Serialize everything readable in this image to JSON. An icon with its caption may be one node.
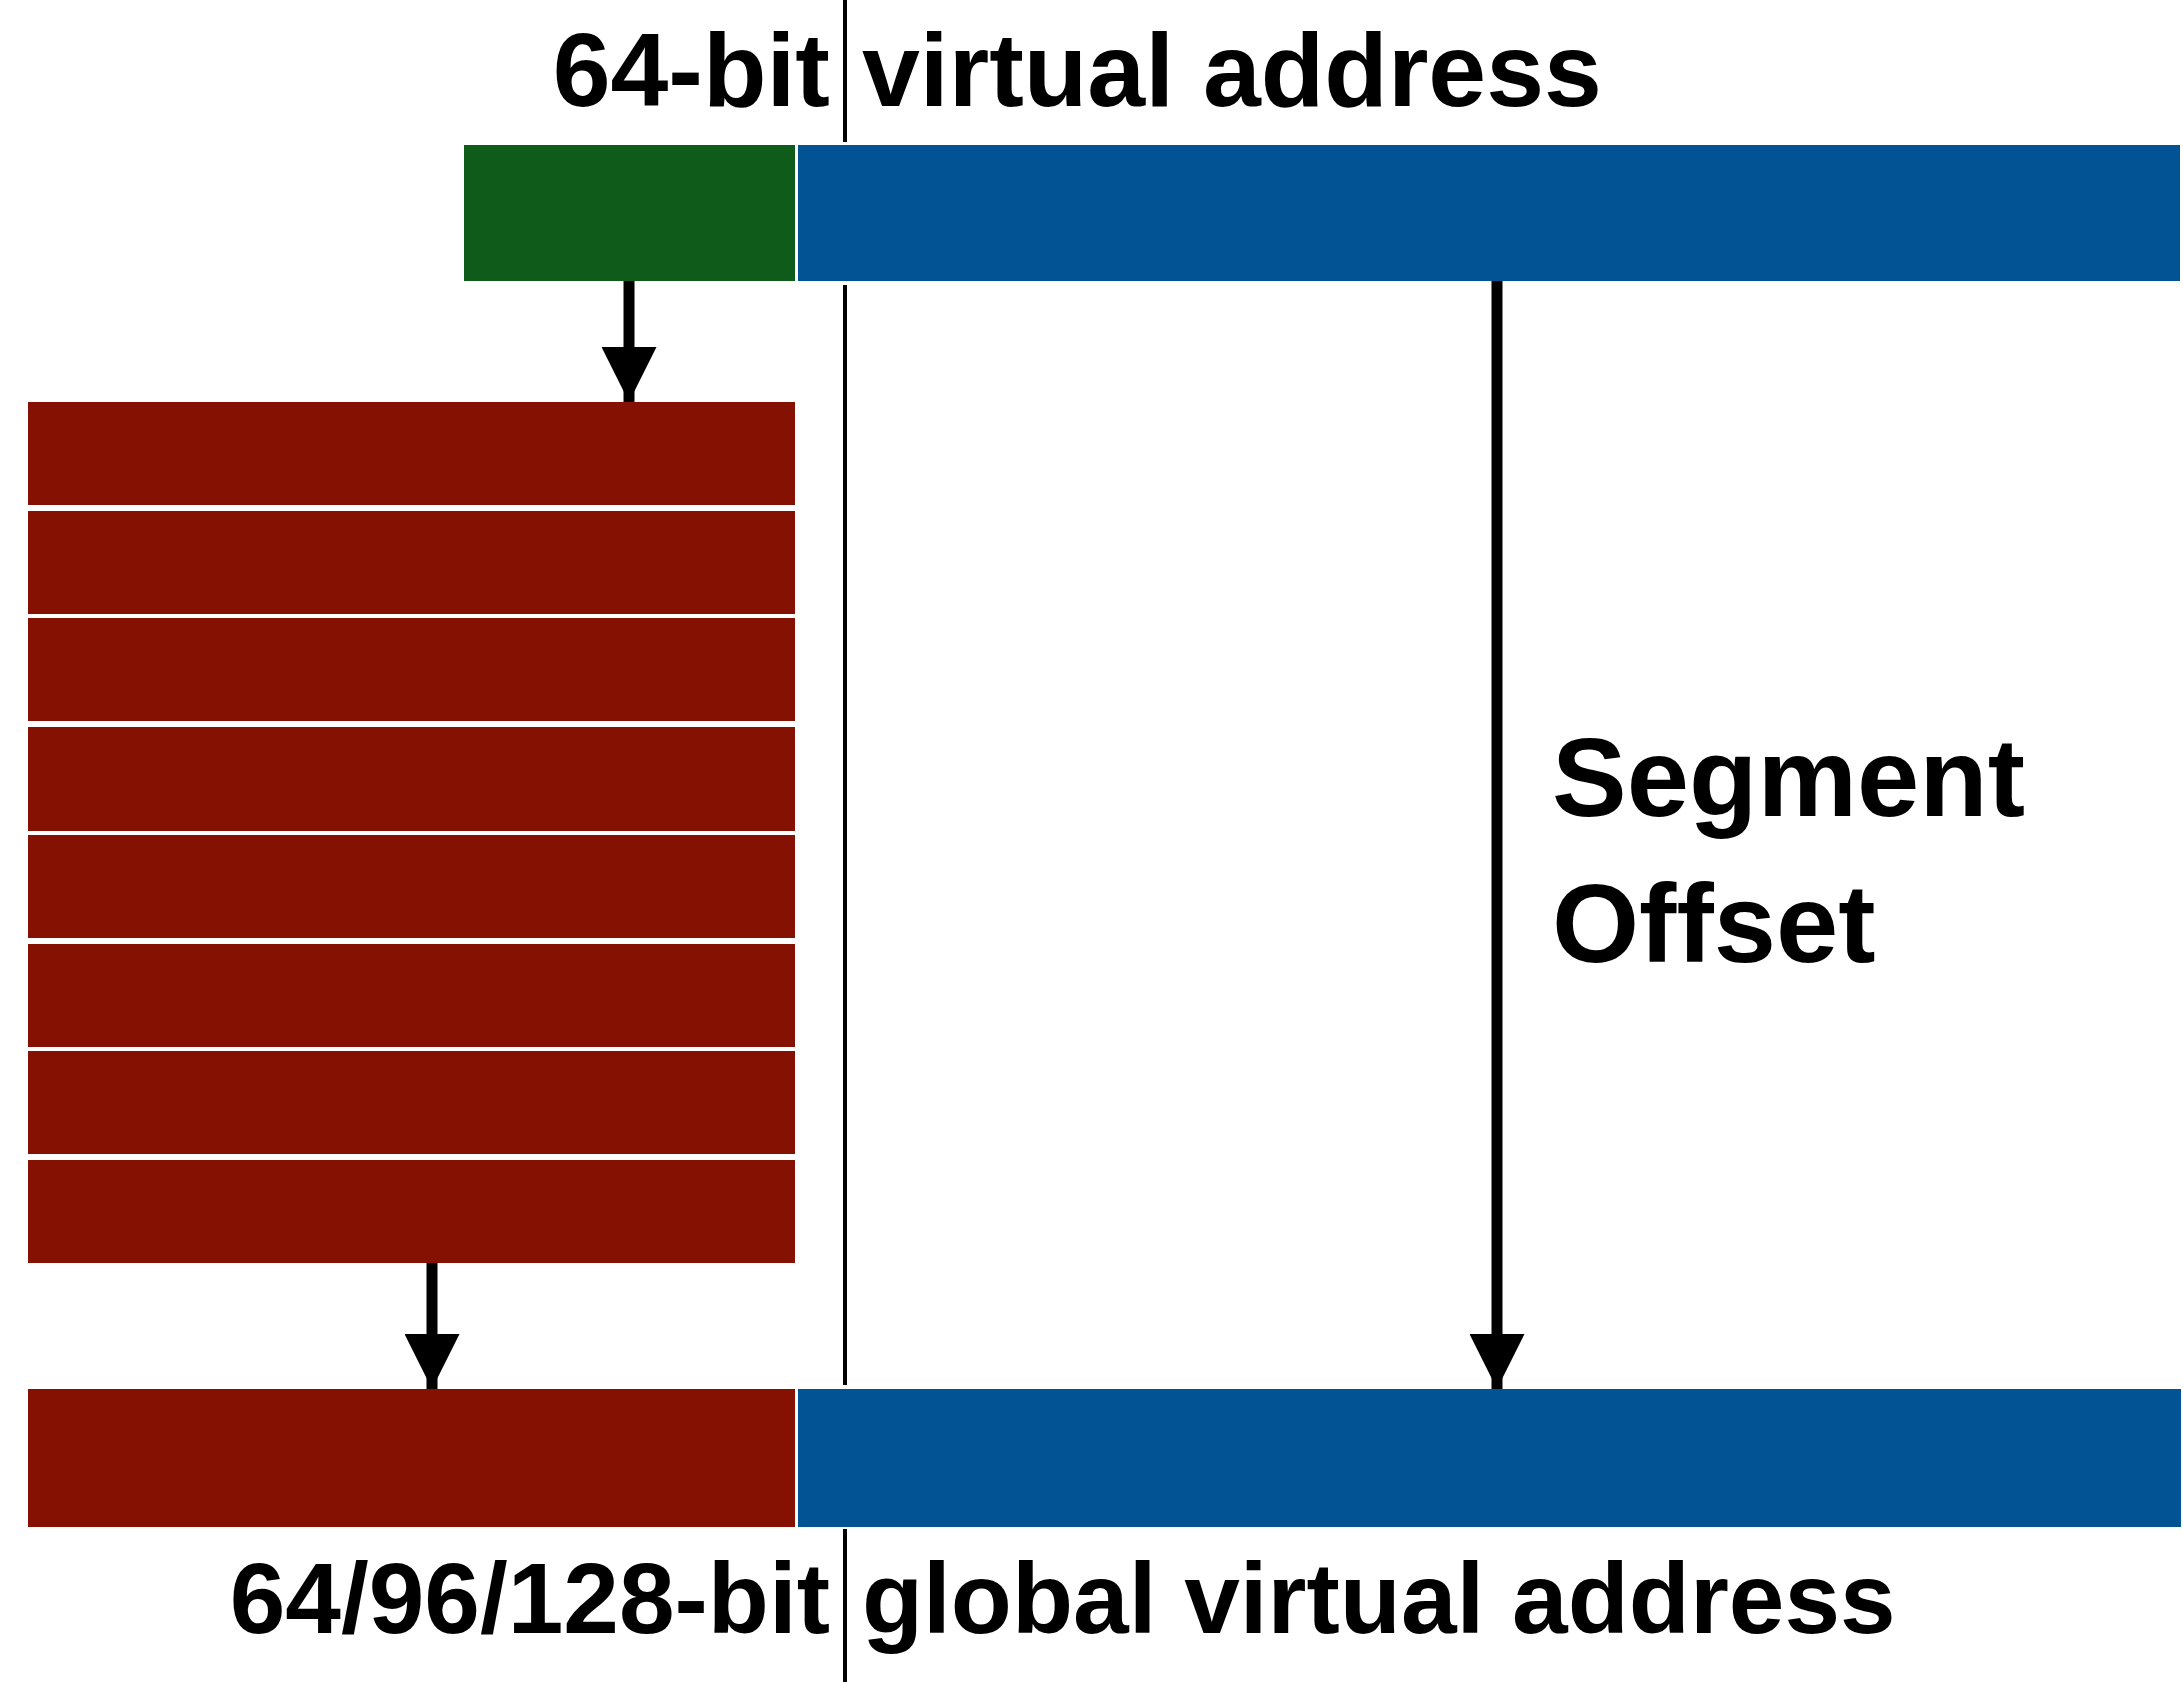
{
  "diagram": {
    "nodes": [
      {
        "text": [],
        "shape": "bar"
      },
      {
        "text": [],
        "shape": "bar"
      },
      {
        "text": [],
        "shape": "bar"
      },
      {
        "text": [],
        "shape": "bar"
      },
      {
        "text": [],
        "shape": "bar"
      },
      {
        "text": [],
        "shape": "bar"
      },
      {
        "text": [],
        "shape": "bar"
      },
      {
        "text": [],
        "shape": "bar"
      },
      {
        "text": [],
        "shape": "bar"
      },
      {
        "text": [],
        "shape": "bar"
      },
      {
        "text": [],
        "shape": "bar"
      },
      {
        "text": [],
        "shape": "bar"
      }
    ],
    "edges": [
      {
        "from": 0,
        "to": 2,
        "arrow": "to"
      },
      {
        "from": 9,
        "to": 10,
        "arrow": "to"
      },
      {
        "from": 1,
        "to": 11,
        "arrow": "to",
        "label": "Segment Offset"
      }
    ],
    "labels": [
      "64-bit",
      "virtual address",
      "64/96/128-bit",
      "global virtual address"
    ]
  }
}
